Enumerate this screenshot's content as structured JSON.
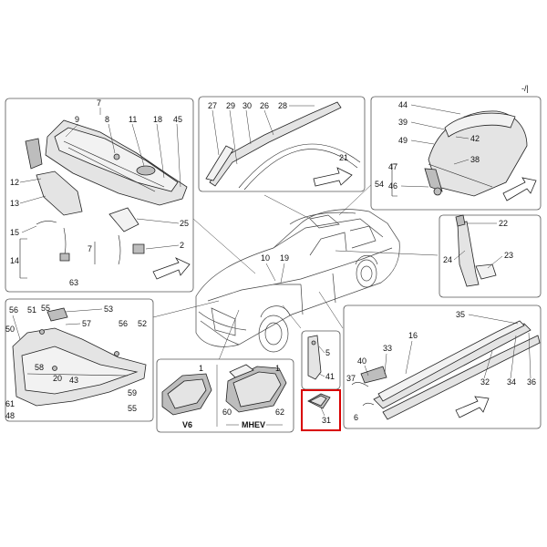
{
  "page_marker": "-/|",
  "panels": {
    "cowl": {
      "callouts": [
        "7",
        "9",
        "8",
        "11",
        "18",
        "45",
        "12",
        "13",
        "25",
        "15",
        "7",
        "2",
        "14",
        "63"
      ]
    },
    "roof_rails": {
      "callouts": [
        "27",
        "29",
        "30",
        "26",
        "28",
        "21"
      ]
    },
    "tailgate": {
      "callouts": [
        "44",
        "39",
        "42",
        "49",
        "38",
        "47",
        "54",
        "46"
      ]
    },
    "pillar": {
      "callouts": [
        "22",
        "24",
        "23"
      ]
    },
    "car_center": {
      "callouts": [
        "10",
        "19"
      ]
    },
    "front_beam": {
      "callouts": [
        "56",
        "51",
        "53",
        "50",
        "55",
        "57",
        "56",
        "52",
        "58",
        "20",
        "43",
        "59",
        "61",
        "55",
        "48"
      ]
    },
    "engine_covers": {
      "callouts": [
        "1",
        "1",
        "60",
        "62"
      ],
      "labels": [
        "V6",
        "MHEV"
      ]
    },
    "door_trim": {
      "callouts": [
        "5",
        "41",
        "31"
      ],
      "highlight_color": "#d90000"
    },
    "sill": {
      "callouts": [
        "35",
        "16",
        "33",
        "40",
        "37",
        "6",
        "32",
        "34",
        "36"
      ]
    }
  }
}
